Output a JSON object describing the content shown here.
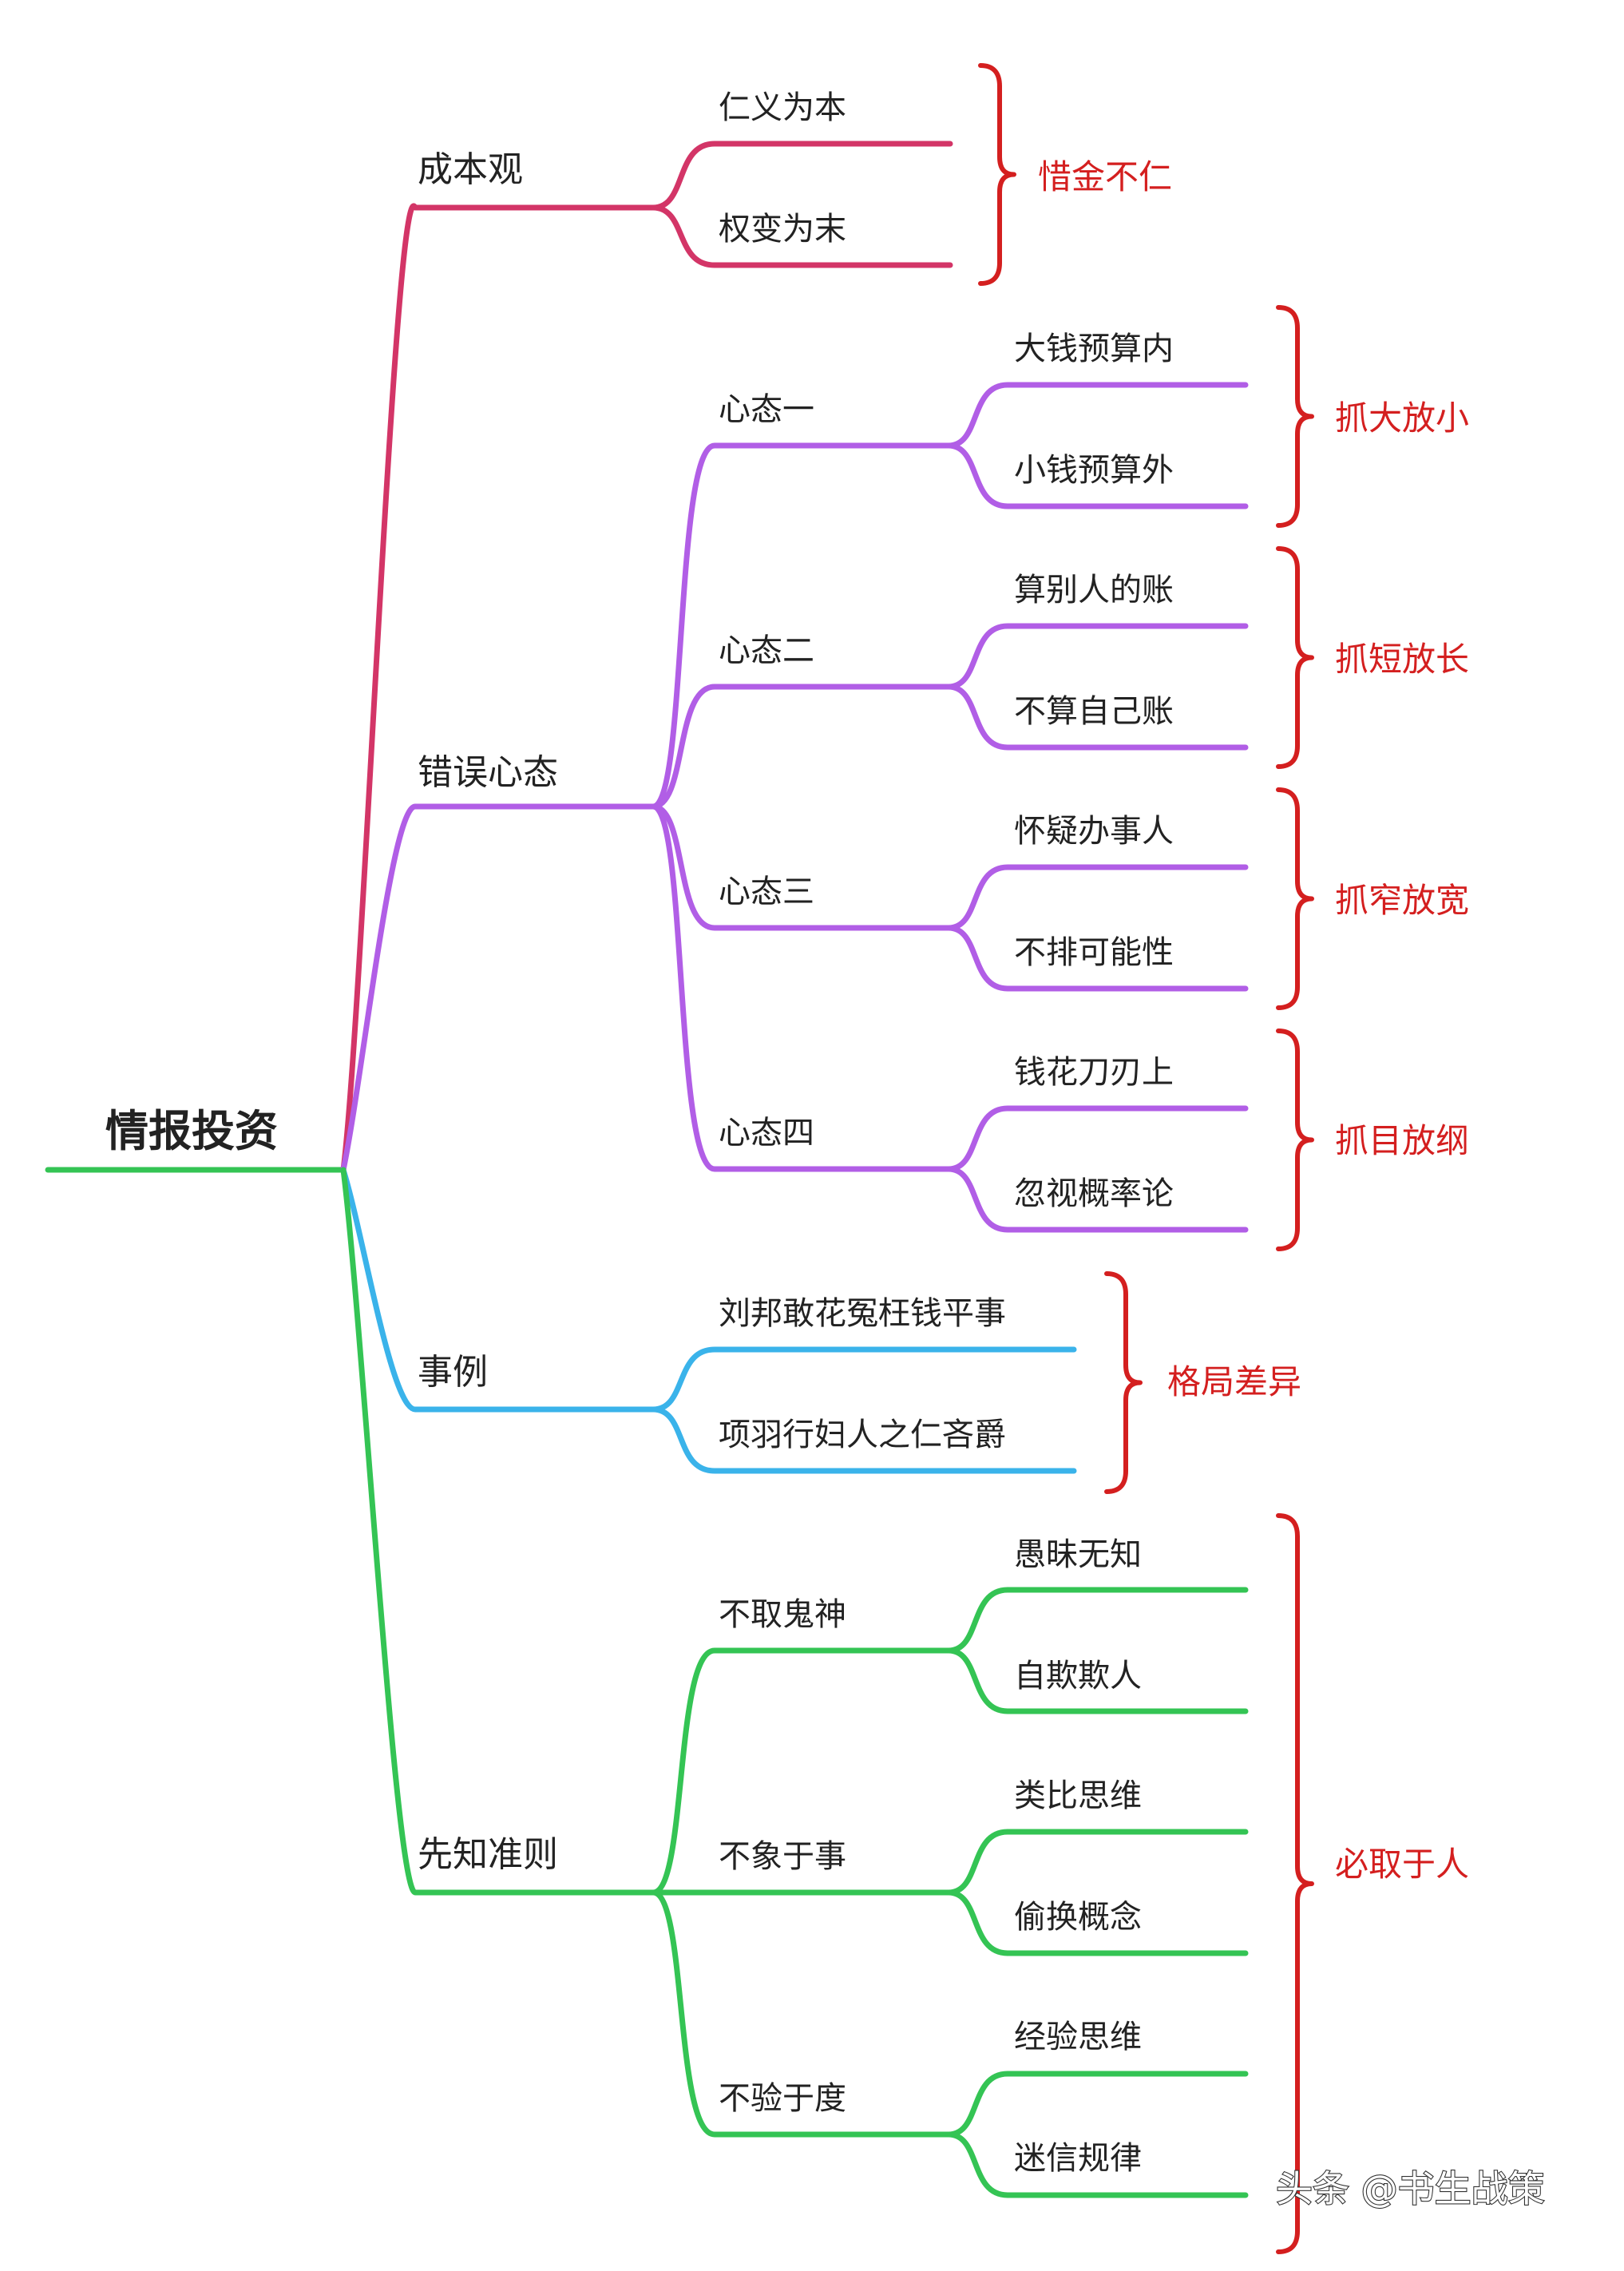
{
  "root": {
    "label": "情报投资",
    "color": "#34c454"
  },
  "watermark": "头条 @书生战策",
  "colors": {
    "cost": "#d33567",
    "mind": "#b15ee6",
    "case": "#3ab3ea",
    "rule": "#34c454",
    "bracket": "#d41f1f",
    "text": "#222222"
  },
  "branches": [
    {
      "label": "成本观",
      "color": "#d33567",
      "leaves": [
        "仁义为本",
        "权变为末"
      ],
      "bracket": "惜金不仁"
    },
    {
      "label": "错误心态",
      "color": "#b15ee6",
      "groups": [
        {
          "label": "心态一",
          "leaves": [
            "大钱预算内",
            "小钱预算外"
          ],
          "bracket": "抓大放小"
        },
        {
          "label": "心态二",
          "leaves": [
            "算别人的账",
            "不算自己账"
          ],
          "bracket": "抓短放长"
        },
        {
          "label": "心态三",
          "leaves": [
            "怀疑办事人",
            "不排可能性"
          ],
          "bracket": "抓窄放宽"
        },
        {
          "label": "心态四",
          "leaves": [
            "钱花刀刃上",
            "忽视概率论"
          ],
          "bracket": "抓目放纲"
        }
      ]
    },
    {
      "label": "事例",
      "color": "#3ab3ea",
      "leaves": [
        "刘邦敢花冤枉钱平事",
        "项羽行妇人之仁吝爵"
      ],
      "bracket": "格局差异"
    },
    {
      "label": "先知准则",
      "color": "#34c454",
      "groups": [
        {
          "label": "不取鬼神",
          "leaves": [
            "愚昧无知",
            "自欺欺人"
          ]
        },
        {
          "label": "不象于事",
          "leaves": [
            "类比思维",
            "偷换概念"
          ]
        },
        {
          "label": "不验于度",
          "leaves": [
            "经验思维",
            "迷信规律"
          ]
        }
      ],
      "bracket": "必取于人"
    }
  ]
}
